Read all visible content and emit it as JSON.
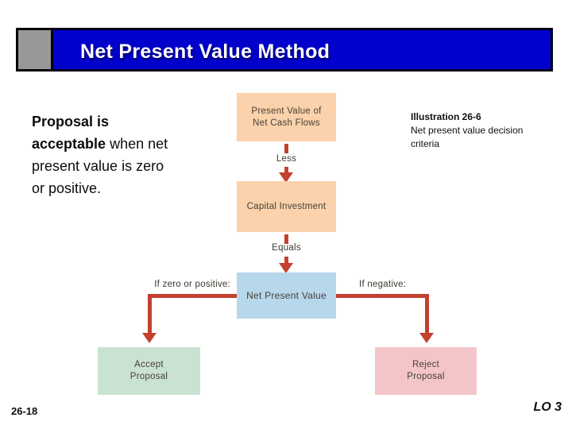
{
  "slide": {
    "title": "Net Present Value Method",
    "page_number": "26-18",
    "learning_objective": "LO 3"
  },
  "statement": {
    "line1_bold": "Proposal is",
    "line2_bold": "acceptable",
    "line2_regular": " when net",
    "line3": "present value is zero",
    "line4": "or positive."
  },
  "illustration": {
    "title": "Illustration 26-6",
    "caption_line1": "Net present value decision",
    "caption_line2": "criteria"
  },
  "diagram": {
    "boxes": {
      "present_value_line1": "Present Value of",
      "present_value_line2": "Net Cash Flows",
      "capital_investment": "Capital Investment",
      "net_present_value": "Net Present Value",
      "accept_line1": "Accept",
      "accept_line2": "Proposal",
      "reject_line1": "Reject",
      "reject_line2": "Proposal"
    },
    "connectors": {
      "less_label": "Less",
      "equals_label": "Equals",
      "accept_condition": "If zero or positive:",
      "reject_condition": "If negative:"
    },
    "colors": {
      "title-blue": "#0101cb",
      "title-gray": "#98989a",
      "peach-box": "#fbd2ab",
      "blue-box": "#b7d7eb",
      "green-box": "#cae2d2",
      "pink-box": "#f3c5c9",
      "arrow-red": "#c4402f"
    }
  }
}
